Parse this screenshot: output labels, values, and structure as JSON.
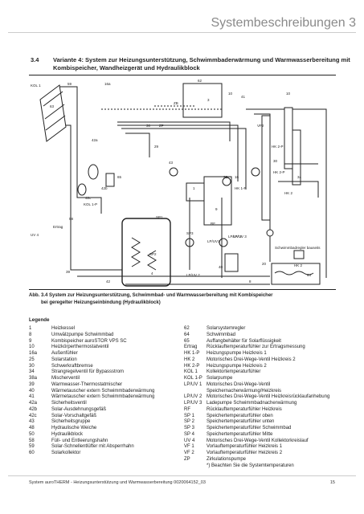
{
  "header": {
    "title": "Systembeschreibungen 3"
  },
  "section": {
    "number": "3.4",
    "title": "Variante 4: System zur Heizungsunterstützung, Schwimmbaderwärmung und Warmwasserbereitung mit Kombispeicher, Wandheizgerät und Hydraulikblock"
  },
  "diagram_labels": {
    "kol1": "KOL 1",
    "l59": "59",
    "l16a": "16a",
    "l62": "62",
    "l3": "3",
    "zb": "ZB",
    "l63": "63",
    "l10a": "10",
    "l10b": "10",
    "l41": "41",
    "vf2": "VF2",
    "l30": "30",
    "zp": "ZP",
    "l29": "29",
    "hk2p": "HK 2-P",
    "l42a": "42a",
    "l43": "43",
    "l65": "65",
    "l30b": "30",
    "hk2pb": "HK 2-P",
    "l16": "16",
    "l34": "34",
    "l42b": "42b",
    "l42c": "42c",
    "kolp": "KOL 1-P",
    "l58": "58",
    "l1": "1",
    "hk1p": "HK 1-P",
    "l30c": "30",
    "hk2": "HK 2",
    "l9": "9",
    "sp1": "SP1",
    "ertrag": "Ertrag",
    "uv4": "UV 4",
    "rf": "RF",
    "sp3": "SP3",
    "lpuv1": "LP/UV1",
    "lpuv2": "LP/UV 2",
    "sp2": "SP2",
    "lpuv3": "LP/UV 3",
    "schwimm": "Schwimmbadregler bauseits",
    "l40": "40",
    "l20": "20",
    "l39": "39",
    "l8": "8",
    "l64": "64",
    "l42": "42",
    "hk2c": "HK 2",
    "lpuv2b": "LP/UV 2",
    "l4": "4"
  },
  "caption": {
    "line1": "Abb. 3.4 System zur Heizungsunterstützung, Schwimmbad- und Warmwasserbereitung mit Kombispeicher",
    "line2": "bei geregelter Heizungseinbindung (Hydraulikblock)"
  },
  "legend": {
    "title": "Legende",
    "left": [
      {
        "k": "1",
        "v": "Heizkessel"
      },
      {
        "k": "8",
        "v": "Umwälzpumpe Schwimmbad"
      },
      {
        "k": "9",
        "v": "Kombispeicher auroSTOR VPS SC"
      },
      {
        "k": "10",
        "v": "Heizkörperthermostatventil"
      },
      {
        "k": "16a",
        "v": "Außenfühler"
      },
      {
        "k": "25",
        "v": "Solarstation"
      },
      {
        "k": "30",
        "v": "Schwerkraftbremse"
      },
      {
        "k": "34",
        "v": "Strangregelventil für Bypassstrom"
      },
      {
        "k": "38a",
        "v": "Mischerventil"
      },
      {
        "k": "39",
        "v": "Warmwasser-Thermostatmischer"
      },
      {
        "k": "40",
        "v": "Wärmetauscher extern Schwimmbaderwärmung"
      },
      {
        "k": "41",
        "v": "Wärmetauscher extern Schwimmbaderwärmung"
      },
      {
        "k": "42a",
        "v": "Sicherheitsventil"
      },
      {
        "k": "42b",
        "v": "Solar-Ausdehnungsgefäß"
      },
      {
        "k": "42c",
        "v": "Solar-Vorschaltgefäß"
      },
      {
        "k": "43",
        "v": "Sicherheitsgruppe"
      },
      {
        "k": "48",
        "v": "Hydraulische Weiche"
      },
      {
        "k": "50",
        "v": "Hydraulikblock"
      },
      {
        "k": "58",
        "v": "Füll- und Entleerungshahn"
      },
      {
        "k": "59",
        "v": "Solar-Schnellentlüfter mit Absperrhahn"
      },
      {
        "k": "60",
        "v": "Solarkollektor"
      }
    ],
    "right": [
      {
        "k": "62",
        "v": "Solarsystemregler"
      },
      {
        "k": "64",
        "v": "Schwimmbad"
      },
      {
        "k": "65",
        "v": "Auffangbehälter für Solarflüssigkeit"
      },
      {
        "k": "Ertrag",
        "v": "Rücklauftemperaturfühler zur Ertragsmessung"
      },
      {
        "k": "HK 1-P",
        "v": "Heizungspumpe Heizkreis 1"
      },
      {
        "k": "HK 2",
        "v": "Motorisches Drei-Wege-Ventil Heizkreis 2"
      },
      {
        "k": "HK 2-P",
        "v": "Heizungspumpe Heizkreis 2"
      },
      {
        "k": "KOL 1",
        "v": "Kollektortemperaturfühler"
      },
      {
        "k": "KOL 1-P",
        "v": "Solarpumpe"
      },
      {
        "k": "LP/UV 1",
        "v": "Motorisches Drei-Wege-Ventil"
      },
      {
        "k": "",
        "v": "Speichernacherwärmung/Heizkreis"
      },
      {
        "k": "LP/UV 2",
        "v": "Motorisches Drei-Wege-Ventil Heizkreisrücklaufanhebung"
      },
      {
        "k": "LP/UV 3",
        "v": "Ladepumpe Schwimmbadnacherwärmung"
      },
      {
        "k": "RF",
        "v": "Rücklauftemperaturfühler Heizkreis"
      },
      {
        "k": "SP 1",
        "v": "Speichertemperaturfühler oben"
      },
      {
        "k": "SP 2",
        "v": "Speichertemperaturfühler unten"
      },
      {
        "k": "SP 3",
        "v": "Speichertemperaturfühler Schwimmbad"
      },
      {
        "k": "SP 4",
        "v": "Speichertemperaturfühler Mitte"
      },
      {
        "k": "UV 4",
        "v": "Motorisches Drei-Wege-Ventil Kollektorkreislauf"
      },
      {
        "k": "VF 1",
        "v": "Vorlauftemperaturfühler Heizkreis 1"
      },
      {
        "k": "VF 2",
        "v": "Vorlauftemperaturfühler Heizkreis 2"
      },
      {
        "k": "ZP",
        "v": "Zirkulationspumpe"
      },
      {
        "k": "",
        "v": "*) Beachten Sie die Systemtemperaturen"
      }
    ]
  },
  "footer": {
    "text": "System auroTHERM - Heizungsunterstützung und Warmwasserbereitung 0020064152_03",
    "page": "15"
  }
}
